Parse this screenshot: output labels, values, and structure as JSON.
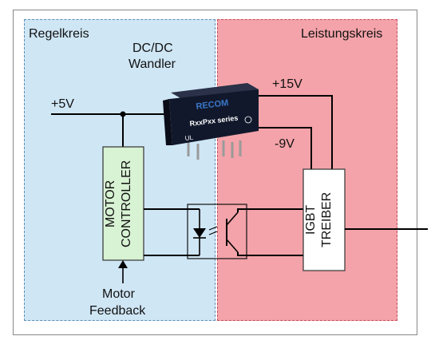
{
  "zones": {
    "left_title": "Regelkreis",
    "right_title": "Leistungskreis"
  },
  "converter": {
    "title_line1": "DC/DC",
    "title_line2": "Wandler",
    "brand": "RECOM",
    "series": "RxxPxx series",
    "cert_mark": "UL"
  },
  "rails": {
    "plus5": "+5V",
    "plus15": "+15V",
    "minus9": "-9V"
  },
  "motor_controller": {
    "line1": "MOTOR",
    "line2": "CONTROLLER"
  },
  "driver": {
    "line1": "IGBT",
    "line2": "TREIBER"
  },
  "feedback": {
    "line1": "Motor",
    "line2": "Feedback"
  },
  "colors": {
    "left_zone": "#cfe6f5",
    "right_zone": "#f3a3a9",
    "block_fill": "#d8f2d4",
    "module_body": "#12182c",
    "brand_blue": "#3a78c9"
  }
}
